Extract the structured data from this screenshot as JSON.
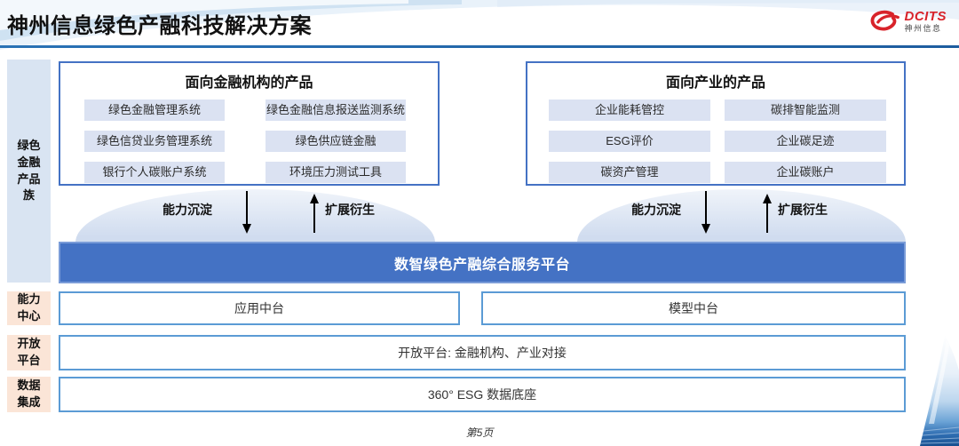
{
  "page": {
    "title": "神州信息绿色产融科技解决方案",
    "footer": "第5页"
  },
  "logo": {
    "brand": "DCITS",
    "subtitle": "神州信息",
    "icon": "dcits-red-swirl",
    "color": "#d8232a"
  },
  "sidebar": {
    "items": [
      {
        "label": "绿色\n金融\n产品\n族"
      },
      {
        "label": "能力\n中心"
      },
      {
        "label": "开放\n平台"
      },
      {
        "label": "数据\n集成"
      }
    ]
  },
  "boxes": {
    "finance": {
      "title": "面向金融机构的产品",
      "items": [
        "绿色金融管理系统",
        "绿色金融信息报送监测系统",
        "绿色信贷业务管理系统",
        "绿色供应链金融",
        "银行个人碳账户系统",
        "环境压力测试工具"
      ]
    },
    "industry": {
      "title": "面向产业的产品",
      "items": [
        "企业能耗管控",
        "碳排智能监测",
        "ESG评价",
        "企业碳足迹",
        "碳资产管理",
        "企业碳账户"
      ]
    }
  },
  "flows": {
    "deposit": "能力沉淀",
    "derive": "扩展衍生"
  },
  "platform": {
    "title": "数智绿色产融综合服务平台"
  },
  "middle": {
    "app_label": "应用中台",
    "model_label": "模型中台"
  },
  "rows": {
    "open_platform": "开放平台: 金融机构、产业对接",
    "data_base": "360° ESG 数据底座"
  },
  "colors": {
    "platform_blue": "#4472c4",
    "outer_border_blue": "#4472c4",
    "inner_border_blue": "#5b9bd5",
    "item_bg": "#dbe2f2",
    "sidebar_blue": "#d9e4f2",
    "sidebar_peach": "#fbe5d7",
    "header_rule": "#2470b3",
    "logo_red": "#d8232a"
  }
}
